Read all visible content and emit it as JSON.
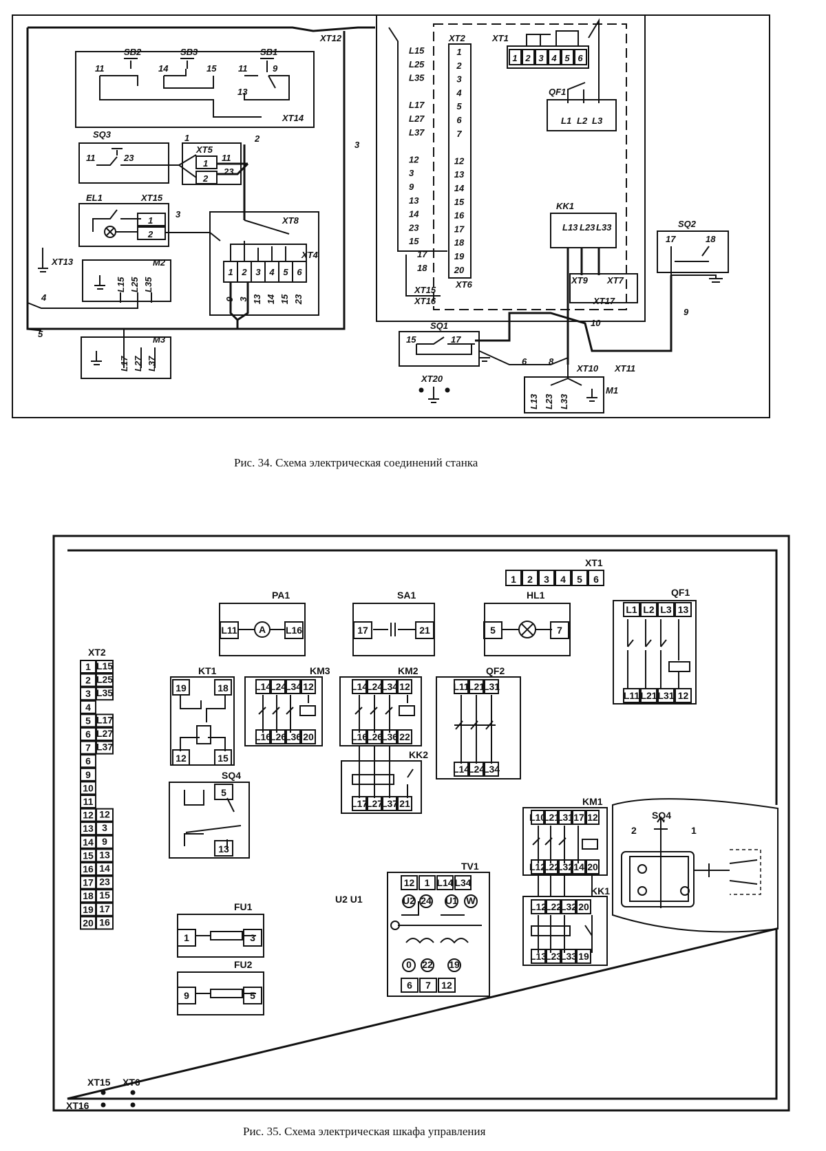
{
  "figure34": {
    "caption": "Рис. 34. Схема электрическая соединений станка",
    "labels": {
      "sb2": "SB2",
      "sb3": "SB3",
      "sb1": "SB1",
      "n11a": "11",
      "n14a": "14",
      "n15a": "15",
      "n11b": "11",
      "n9a": "9",
      "n13a": "13",
      "xt14": "XT14",
      "xt12": "XT12",
      "xt13": "XT13",
      "sq3": "SQ3",
      "n11c": "11",
      "n23a": "23",
      "xt5": "XT5",
      "w1": "1",
      "w2": "2",
      "w3": "3",
      "xt5_1": "1",
      "xt5_2": "2",
      "n11d": "11",
      "n23b": "23",
      "el1": "EL1",
      "xt15": "XT15",
      "xt15_1": "1",
      "xt15_2": "2",
      "n3a": "3",
      "xt8": "XT8",
      "xt4": "XT4",
      "m2": "M2",
      "m3": "M3",
      "w4": "4",
      "w5": "5",
      "xt2": "XT2",
      "xt1": "XT1",
      "qf1": "QF1",
      "l1": "L1",
      "l2": "L2",
      "l3": "L3",
      "kk1": "KK1",
      "l13": "L13",
      "l23": "L23",
      "l33": "L33",
      "xt6": "XT6",
      "xt15b": "XT15",
      "xt16": "XT16",
      "xt9": "XT9",
      "xt7": "XT7",
      "xt17": "XT17",
      "sq2": "SQ2",
      "n17a": "17",
      "n18a": "18",
      "w9": "9",
      "w10": "10",
      "sq1": "SQ1",
      "n15b": "15",
      "n17b": "17",
      "w6": "6",
      "w8": "8",
      "xt10": "XT10",
      "xt11": "XT11",
      "xt20": "XT20",
      "m1": "M1"
    },
    "xt4_top": [
      "1",
      "2",
      "3",
      "4",
      "5",
      "6"
    ],
    "xt4_bottom": [
      "9",
      "3",
      "13",
      "14",
      "15",
      "23"
    ],
    "xt1_terminals": [
      "1",
      "2",
      "3",
      "4",
      "5",
      "6"
    ],
    "m2_terminals": [
      "L15",
      "L25",
      "L35"
    ],
    "m3_terminals": [
      "L17",
      "L27",
      "L37"
    ],
    "m1_terminals": [
      "L13",
      "L23",
      "L33"
    ],
    "xt2_terminals": [
      "1",
      "2",
      "3",
      "4",
      "5",
      "6",
      "7",
      "",
      "12",
      "13",
      "14",
      "15",
      "16",
      "17",
      "18",
      "19",
      "20"
    ],
    "xt2_wires": [
      "L15",
      "L25",
      "L35",
      "",
      "L17",
      "L27",
      "L37",
      "",
      "12",
      "3",
      "9",
      "13",
      "14",
      "23",
      "15",
      "",
      ""
    ],
    "xt2_left": [
      "17",
      "18"
    ]
  },
  "figure35": {
    "caption": "Рис. 35. Схема электрическая шкафа управления",
    "xt1": {
      "title": "XT1",
      "terminals": [
        "1",
        "2",
        "3",
        "4",
        "5",
        "6"
      ]
    },
    "pa1": {
      "title": "PA1",
      "left": "L11",
      "symbol": "A",
      "right": "L16"
    },
    "sa1": {
      "title": "SA1",
      "left": "17",
      "right": "21"
    },
    "hl1": {
      "title": "HL1",
      "left": "5",
      "right": "7"
    },
    "qf1": {
      "title": "QF1",
      "top": [
        "L1",
        "L2",
        "L3",
        "13"
      ],
      "bottom": [
        "L11",
        "L21",
        "L31",
        "12"
      ]
    },
    "xt2": {
      "title": "XT2",
      "rows": [
        [
          "1",
          "L15"
        ],
        [
          "2",
          "L25"
        ],
        [
          "3",
          "L35"
        ],
        [
          "4",
          ""
        ],
        [
          "5",
          "L17"
        ],
        [
          "6",
          "L27"
        ],
        [
          "7",
          "L37"
        ],
        [
          "6",
          ""
        ],
        [
          "9",
          ""
        ],
        [
          "10",
          ""
        ],
        [
          "11",
          ""
        ],
        [
          "12",
          "12"
        ],
        [
          "13",
          "3"
        ],
        [
          "14",
          "9"
        ],
        [
          "15",
          "13"
        ],
        [
          "16",
          "14"
        ],
        [
          "17",
          "23"
        ],
        [
          "18",
          "15"
        ],
        [
          "19",
          "17"
        ],
        [
          "20",
          "16"
        ]
      ]
    },
    "kt1": {
      "title": "KT1",
      "tl": "19",
      "tr": "18",
      "bl": "12",
      "br": "15"
    },
    "km3": {
      "title": "KM3",
      "top": [
        "L14",
        "L24",
        "L34",
        "12"
      ],
      "bottom": [
        "L16",
        "L26",
        "L36",
        "20"
      ]
    },
    "km2": {
      "title": "KM2",
      "top": [
        "L14",
        "L24",
        "L34",
        "12"
      ],
      "bottom": [
        "L16",
        "L26",
        "L36",
        "22"
      ]
    },
    "kk2": {
      "title": "KK2",
      "bottom": [
        "L17",
        "L27",
        "L37",
        "21"
      ]
    },
    "qf2": {
      "title": "QF2",
      "top": [
        "L11",
        "L21",
        "L31"
      ],
      "bottom": [
        "L14",
        "L24",
        "L34"
      ]
    },
    "sq4": {
      "title": "SQ4",
      "tr": "5",
      "br": "13"
    },
    "km1": {
      "title": "KM1",
      "top": [
        "L10",
        "L21",
        "L31",
        "17",
        "12"
      ],
      "bottom": [
        "L12",
        "L22",
        "L32",
        "14",
        "20"
      ]
    },
    "kk1": {
      "title": "KK1",
      "top": [
        "L12",
        "L22",
        "L32",
        "20"
      ],
      "bottom": [
        "L13",
        "L23",
        "L33",
        "19"
      ]
    },
    "tv1": {
      "title": "TV1",
      "top": [
        "12",
        "1",
        "L14",
        "L34"
      ],
      "coils_top": [
        "U2",
        "24",
        "U1",
        "W"
      ],
      "coils_bottom": [
        "0",
        "22",
        "19"
      ],
      "bottom": [
        "6",
        "7",
        "12"
      ]
    },
    "u_labels": "U2  U1",
    "fu1": {
      "title": "FU1",
      "left": "1",
      "right": "3"
    },
    "fu2": {
      "title": "FU2",
      "left": "9",
      "right": "5"
    },
    "sq4_detail": {
      "title": "SQ4",
      "n2": "2",
      "n1": "1"
    },
    "xt15": "XT15",
    "xt6": "XT6",
    "xt16": "XT16"
  }
}
